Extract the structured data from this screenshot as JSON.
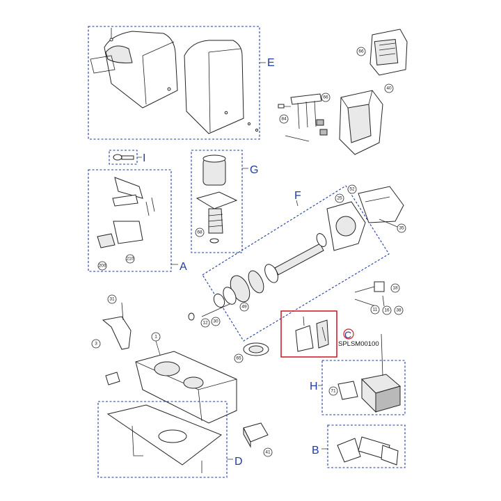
{
  "diagram": {
    "group_letters": {
      "E": "E",
      "I": "I",
      "G": "G",
      "A": "A",
      "F": "F",
      "C": "C",
      "H": "H",
      "B": "B",
      "D": "D"
    },
    "kit_code": "SPLSM00100",
    "callouts": {
      "c66a": "66",
      "c66b": "66",
      "c40": "40",
      "c84": "84",
      "c68": "68",
      "c200": "200",
      "c210": "210",
      "c52": "52",
      "c25": "25",
      "c35": "35",
      "c18": "18",
      "c11": "11",
      "c16": "16",
      "c38": "38",
      "c49": "49",
      "c12": "12",
      "c30": "30",
      "c31": "31",
      "c3": "3",
      "c1": "1",
      "c65": "65",
      "c71": "71",
      "c41": "41"
    },
    "colors": {
      "group_box": "#1f3aa0",
      "highlight": "#d21f2b"
    }
  }
}
